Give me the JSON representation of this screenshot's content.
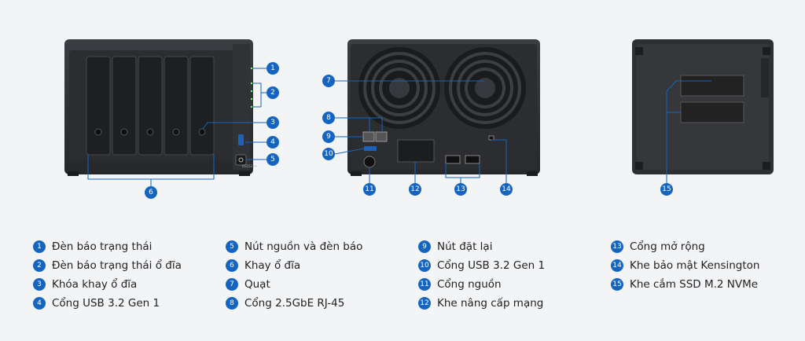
{
  "accent_color": "#1565c0",
  "device_model": "DS1522+",
  "callouts": [
    {
      "num": "1",
      "label": "Đèn báo trạng thái"
    },
    {
      "num": "2",
      "label": "Đèn báo trạng thái ổ đĩa"
    },
    {
      "num": "3",
      "label": "Khóa khay ổ đĩa"
    },
    {
      "num": "4",
      "label": "Cổng USB 3.2 Gen 1"
    },
    {
      "num": "5",
      "label": "Nút nguồn và đèn báo"
    },
    {
      "num": "6",
      "label": "Khay ổ đĩa"
    },
    {
      "num": "7",
      "label": "Quạt"
    },
    {
      "num": "8",
      "label": "Cổng 2.5GbE RJ-45"
    },
    {
      "num": "9",
      "label": "Nút đặt lại"
    },
    {
      "num": "10",
      "label": "Cổng USB 3.2 Gen 1"
    },
    {
      "num": "11",
      "label": "Cổng nguồn"
    },
    {
      "num": "12",
      "label": "Khe nâng cấp mạng"
    },
    {
      "num": "13",
      "label": "Cổng mở rộng"
    },
    {
      "num": "14",
      "label": "Khe bảo mật Kensington"
    },
    {
      "num": "15",
      "label": "Khe cắm SSD M.2 NVMe"
    }
  ]
}
